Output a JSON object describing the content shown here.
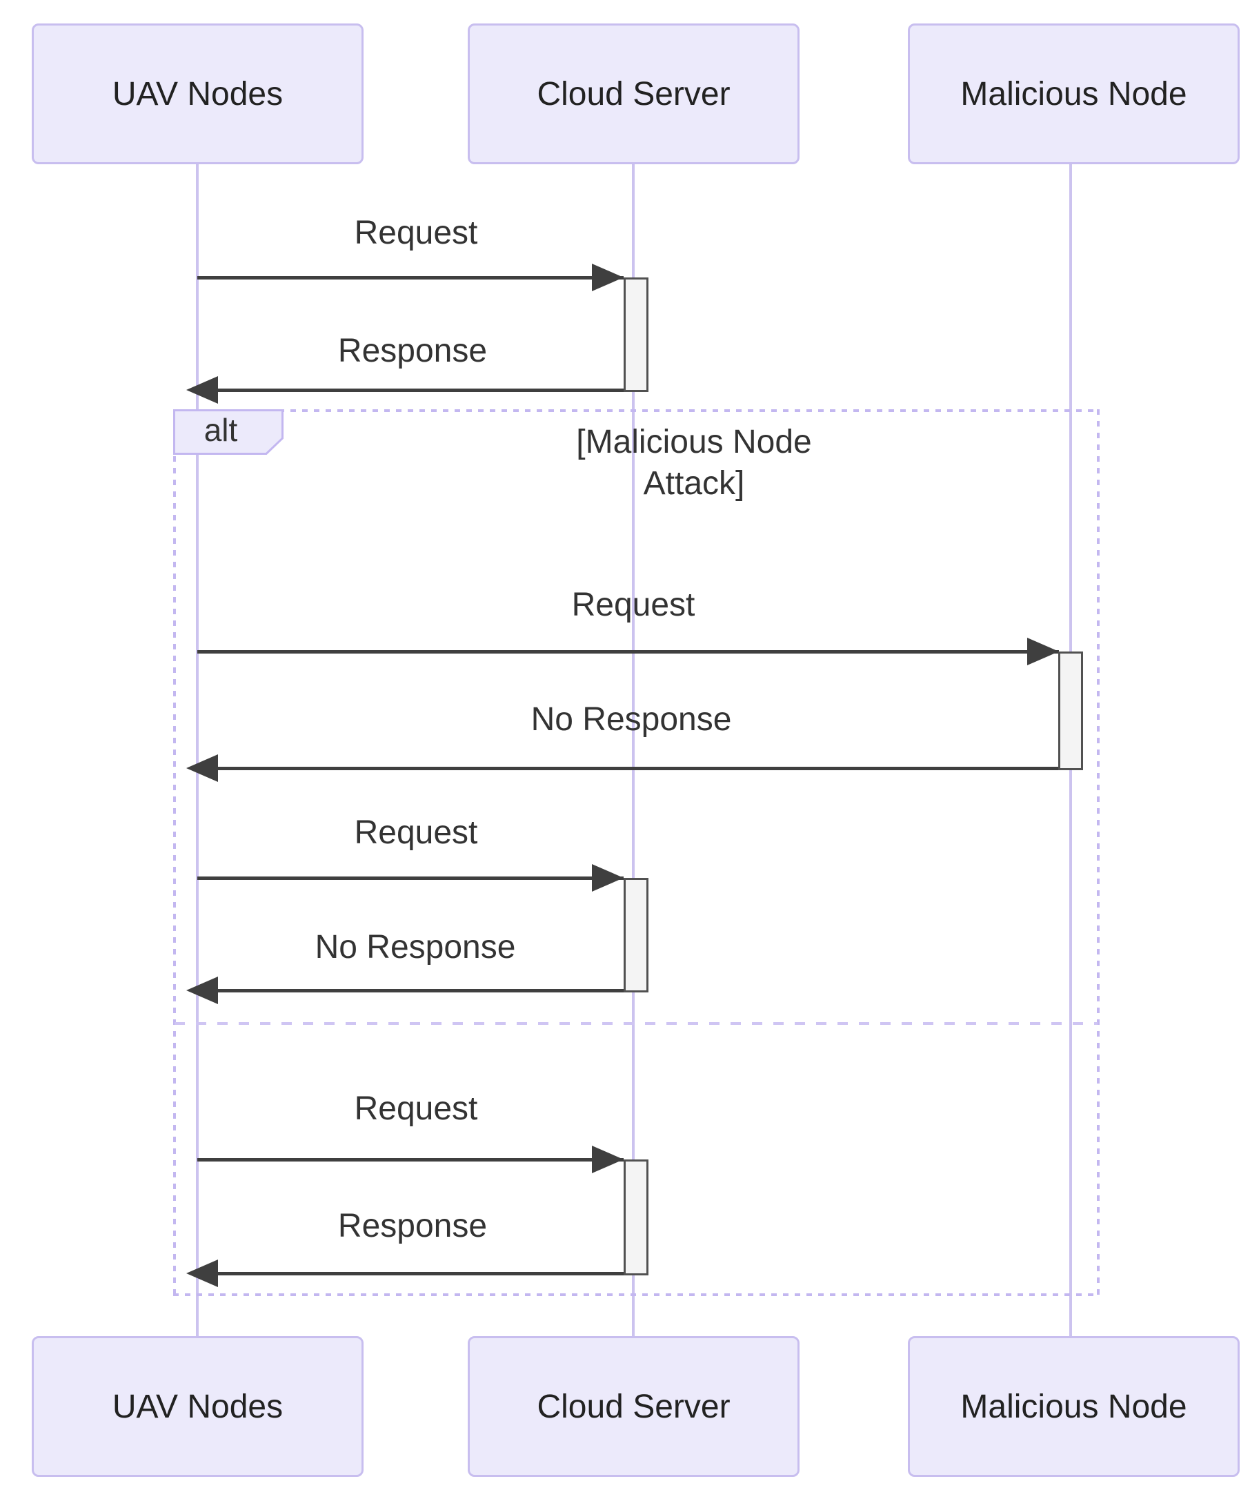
{
  "actors": [
    {
      "label": "UAV Nodes"
    },
    {
      "label": "Cloud Server"
    },
    {
      "label": "Malicious Node"
    }
  ],
  "messages": [
    {
      "label": "Request",
      "from": "UAV Nodes",
      "to": "Cloud Server",
      "direction": "right"
    },
    {
      "label": "Response",
      "from": "Cloud Server",
      "to": "UAV Nodes",
      "direction": "left"
    },
    {
      "label": "Request",
      "from": "UAV Nodes",
      "to": "Malicious Node",
      "direction": "right"
    },
    {
      "label": "No Response",
      "from": "Malicious Node",
      "to": "UAV Nodes",
      "direction": "left"
    },
    {
      "label": "Request",
      "from": "UAV Nodes",
      "to": "Cloud Server",
      "direction": "right"
    },
    {
      "label": "No Response",
      "from": "Cloud Server",
      "to": "UAV Nodes",
      "direction": "left"
    },
    {
      "label": "Request",
      "from": "UAV Nodes",
      "to": "Cloud Server",
      "direction": "right"
    },
    {
      "label": "Response",
      "from": "Cloud Server",
      "to": "UAV Nodes",
      "direction": "left"
    }
  ],
  "alt_frame": {
    "operator": "alt",
    "condition": "[Malicious Node Attack]",
    "condition_lines": [
      "[Malicious Node",
      "Attack]"
    ]
  },
  "colors": {
    "actor_fill": "#ECEAFB",
    "actor_border": "#C8BEEF",
    "lifeline": "#CCC3EF",
    "frame_border": "#C3B7F0",
    "divider": "#CFC5F3",
    "arrow": "#3F3F3F",
    "activation_fill": "#F4F4F4",
    "activation_border": "#515151",
    "text": "#333333"
  }
}
